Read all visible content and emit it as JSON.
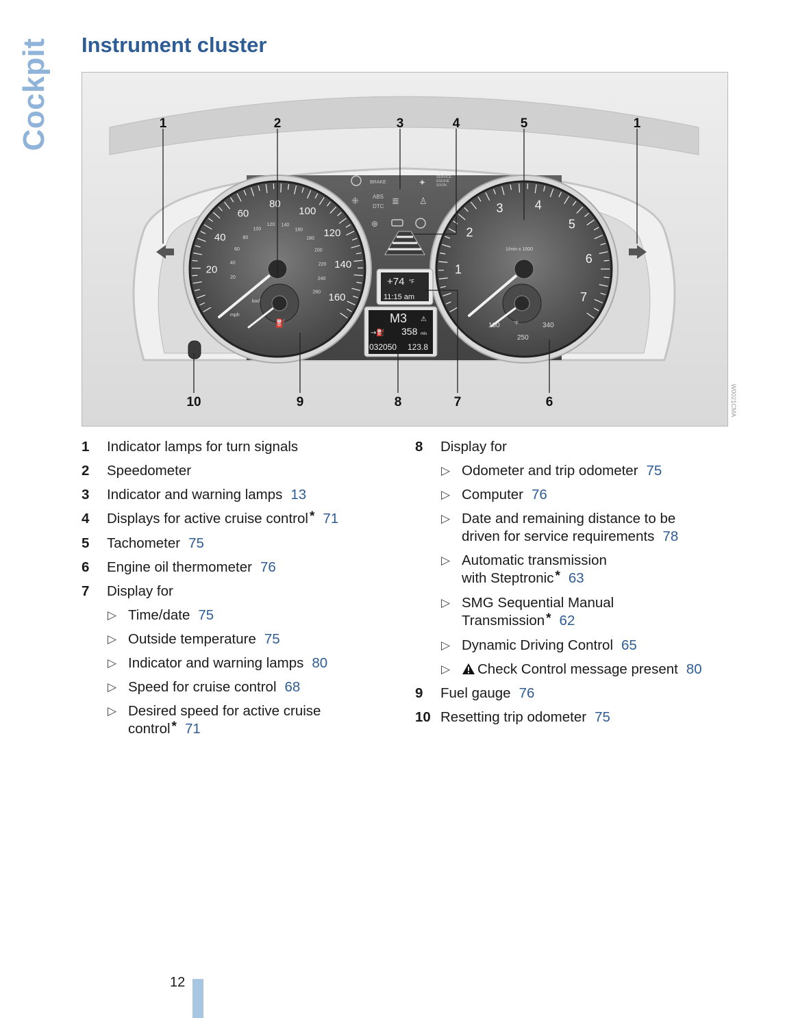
{
  "side_tab": "Cockpit",
  "title": "Instrument cluster",
  "figure": {
    "callouts": [
      "1",
      "2",
      "3",
      "4",
      "5",
      "1",
      "10",
      "9",
      "8",
      "7",
      "6"
    ],
    "speedometer": {
      "mph_labels": [
        "20",
        "40",
        "60",
        "80",
        "100",
        "120",
        "140",
        "160"
      ],
      "kmh_labels": [
        "20",
        "40",
        "60",
        "80",
        "100",
        "120",
        "140",
        "160",
        "180",
        "200",
        "220",
        "240",
        "260"
      ],
      "unit_kmh": "km/h",
      "unit_mph": "mph"
    },
    "tachometer": {
      "labels": [
        "1",
        "2",
        "3",
        "4",
        "5",
        "6",
        "7"
      ],
      "unit": "1/min x 1000",
      "oil_labels": [
        "160",
        "250",
        "340"
      ],
      "oil_unit": "°F"
    },
    "warning_panel": {
      "brake": "BRAKE",
      "abs": "ABS",
      "dtc": "DTC",
      "service": "SERVICE",
      "engine": "ENGINE",
      "soon": "SOON"
    },
    "temp_display": "+74",
    "temp_unit": "°F",
    "time_display": "11:15 am",
    "gear_display": "M3",
    "range_display": "358",
    "range_unit": "mls",
    "odometer": "032050",
    "trip": "123.8",
    "figure_id": "W0021CMA"
  },
  "left_items": [
    {
      "num": "1",
      "text": "Indicator lamps for turn signals",
      "ref": ""
    },
    {
      "num": "2",
      "text": "Speedometer",
      "ref": ""
    },
    {
      "num": "3",
      "text": "Indicator and warning lamps",
      "ref": "13"
    },
    {
      "num": "4",
      "text": "Displays for active cruise control",
      "ref": "71"
    },
    {
      "num": "5",
      "text": "Tachometer",
      "ref": "75"
    },
    {
      "num": "6",
      "text": "Engine oil thermometer",
      "ref": "76"
    },
    {
      "num": "7",
      "text": "Display for",
      "ref": ""
    }
  ],
  "item7_subs": [
    {
      "text": "Time/date",
      "ref": "75"
    },
    {
      "text": "Outside temperature",
      "ref": "75"
    },
    {
      "text": "Indicator and warning lamps",
      "ref": "80"
    },
    {
      "text": "Speed for cruise control",
      "ref": "68"
    },
    {
      "line1": "Desired speed for active cruise",
      "line2": "control",
      "ref": "71"
    }
  ],
  "right_items": {
    "item8": {
      "num": "8",
      "text": "Display for"
    },
    "item8_subs": [
      {
        "text": "Odometer and trip odometer",
        "ref": "75"
      },
      {
        "text": "Computer",
        "ref": "76"
      },
      {
        "line1": "Date and remaining distance to be",
        "line2": "driven for service requirements",
        "ref": "78"
      },
      {
        "line1": "Automatic transmission",
        "line2": "with Steptronic",
        "ref": "63"
      },
      {
        "line1": "SMG Sequential Manual",
        "line2": "Transmission",
        "ref": "62"
      },
      {
        "text": "Dynamic Driving Control",
        "ref": "65"
      },
      {
        "text": "Check Control message present",
        "ref": "80"
      }
    ],
    "item9": {
      "num": "9",
      "text": "Fuel gauge",
      "ref": "76"
    },
    "item10": {
      "num": "10",
      "text": "Resetting trip odometer",
      "ref": "75"
    }
  },
  "star": "*",
  "triangle": "▷",
  "page_number": "12"
}
